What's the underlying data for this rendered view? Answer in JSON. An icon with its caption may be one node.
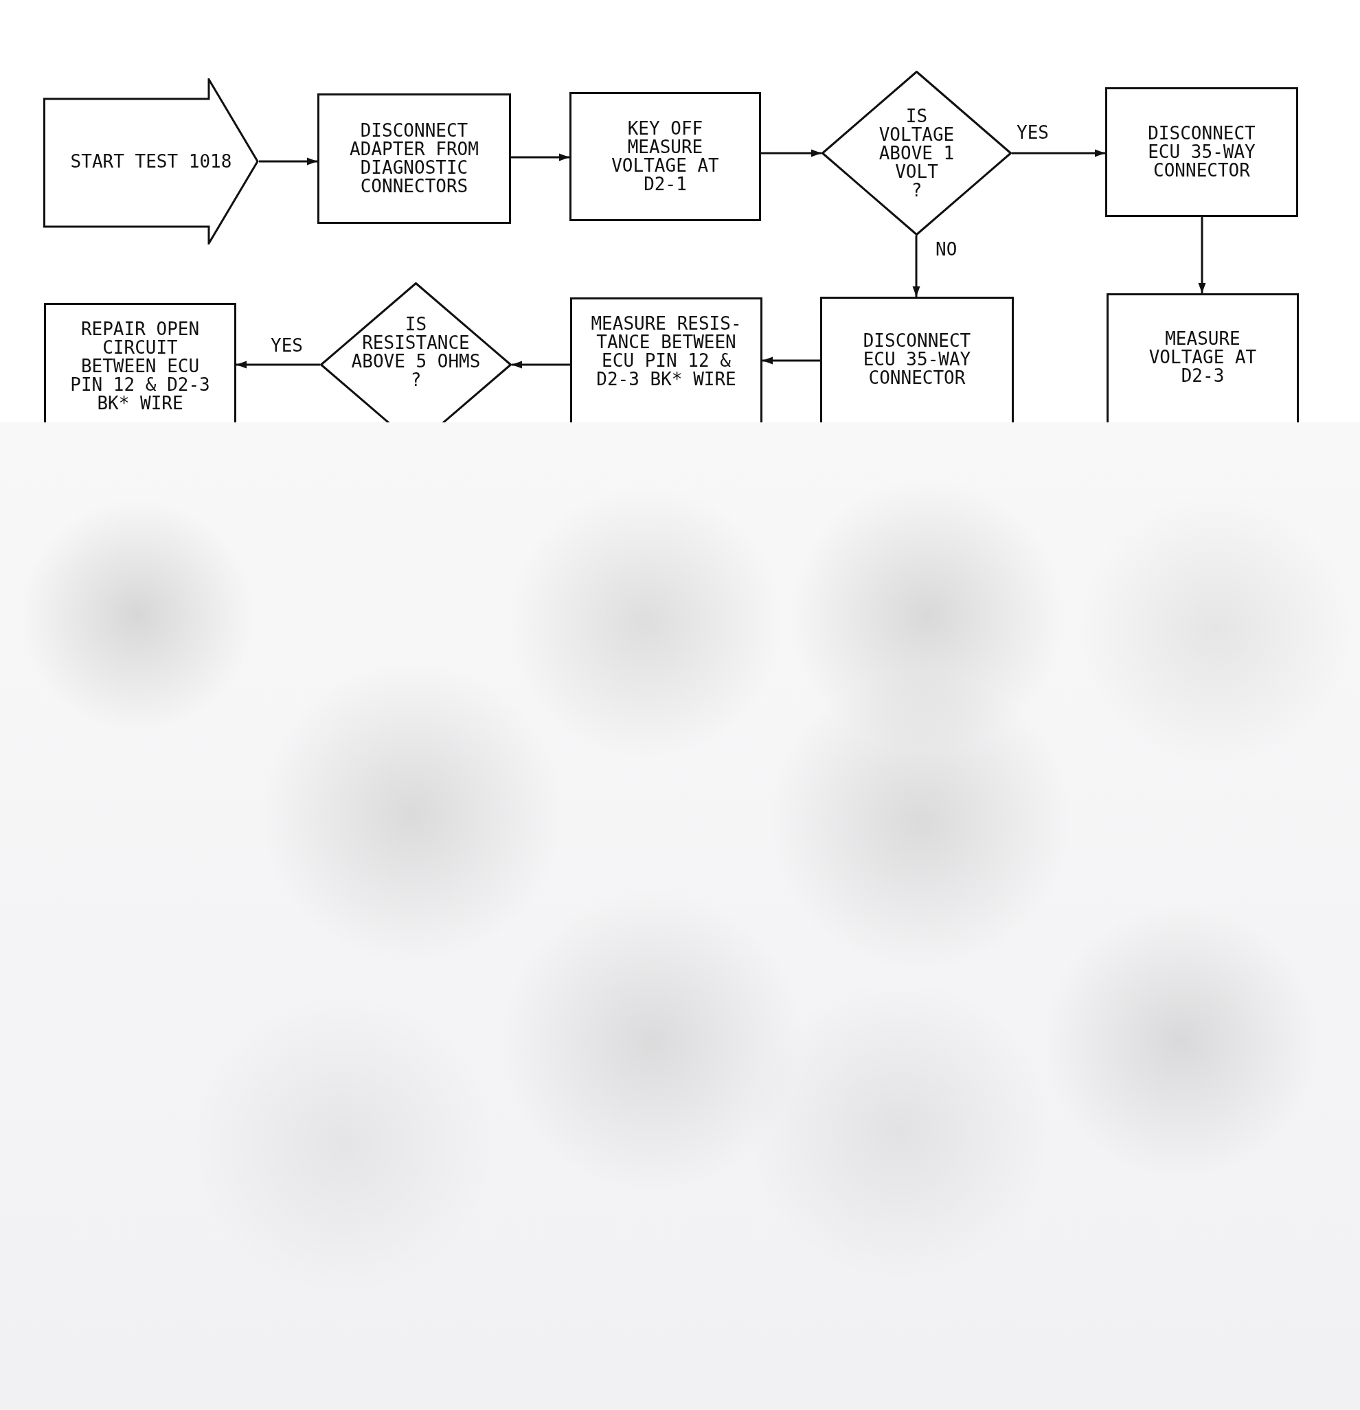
{
  "diagram": {
    "nodes": [
      {
        "text": [
          "START TEST 1018"
        ]
      },
      {
        "text": [
          "DISCONNECT ADAPTER FROM DIAGNOSTIC CONNECTORS"
        ]
      },
      {
        "text": [
          "KEY OFF MEASURE VOLTAGE AT D2-1"
        ]
      },
      {
        "text": [
          "IS VOLTAGE ABOVE 1 VOLT ?"
        ]
      },
      {
        "text": [
          "DISCONNECT ECU 35-WAY CONNECTOR"
        ]
      },
      {
        "text": [
          "REPAIR OPEN CIRCUIT BETWEEN ECU PIN 12 & D2-3 BK* WIRE"
        ]
      },
      {
        "text": [
          "IS RESISTANCE ABOVE 5 OHMS ?"
        ]
      },
      {
        "text": [
          "MEASURE RESIS- TANCE BETWEEN ECU PIN 12 & D2-3 BK* WIRE"
        ]
      },
      {
        "text": [
          "DISCONNECT ECU 35-WAY CONNECTOR"
        ]
      },
      {
        "text": [
          "MEASURE VOLTAGE AT D2-3"
        ]
      }
    ],
    "edges": [
      {
        "from": 0,
        "to": 1,
        "arrow": "to"
      },
      {
        "from": 1,
        "to": 2,
        "arrow": "to"
      },
      {
        "from": 2,
        "to": 3,
        "arrow": "to"
      },
      {
        "from": 3,
        "to": 4,
        "arrow": "to",
        "label": "YES"
      },
      {
        "from": 3,
        "to": 8,
        "arrow": "to",
        "label": "NO"
      },
      {
        "from": 4,
        "to": 9,
        "arrow": "to"
      },
      {
        "from": 8,
        "to": 7,
        "arrow": "to"
      },
      {
        "from": 7,
        "to": 6,
        "arrow": "to"
      },
      {
        "from": 6,
        "to": 5,
        "arrow": "to",
        "label": "YES"
      }
    ]
  }
}
